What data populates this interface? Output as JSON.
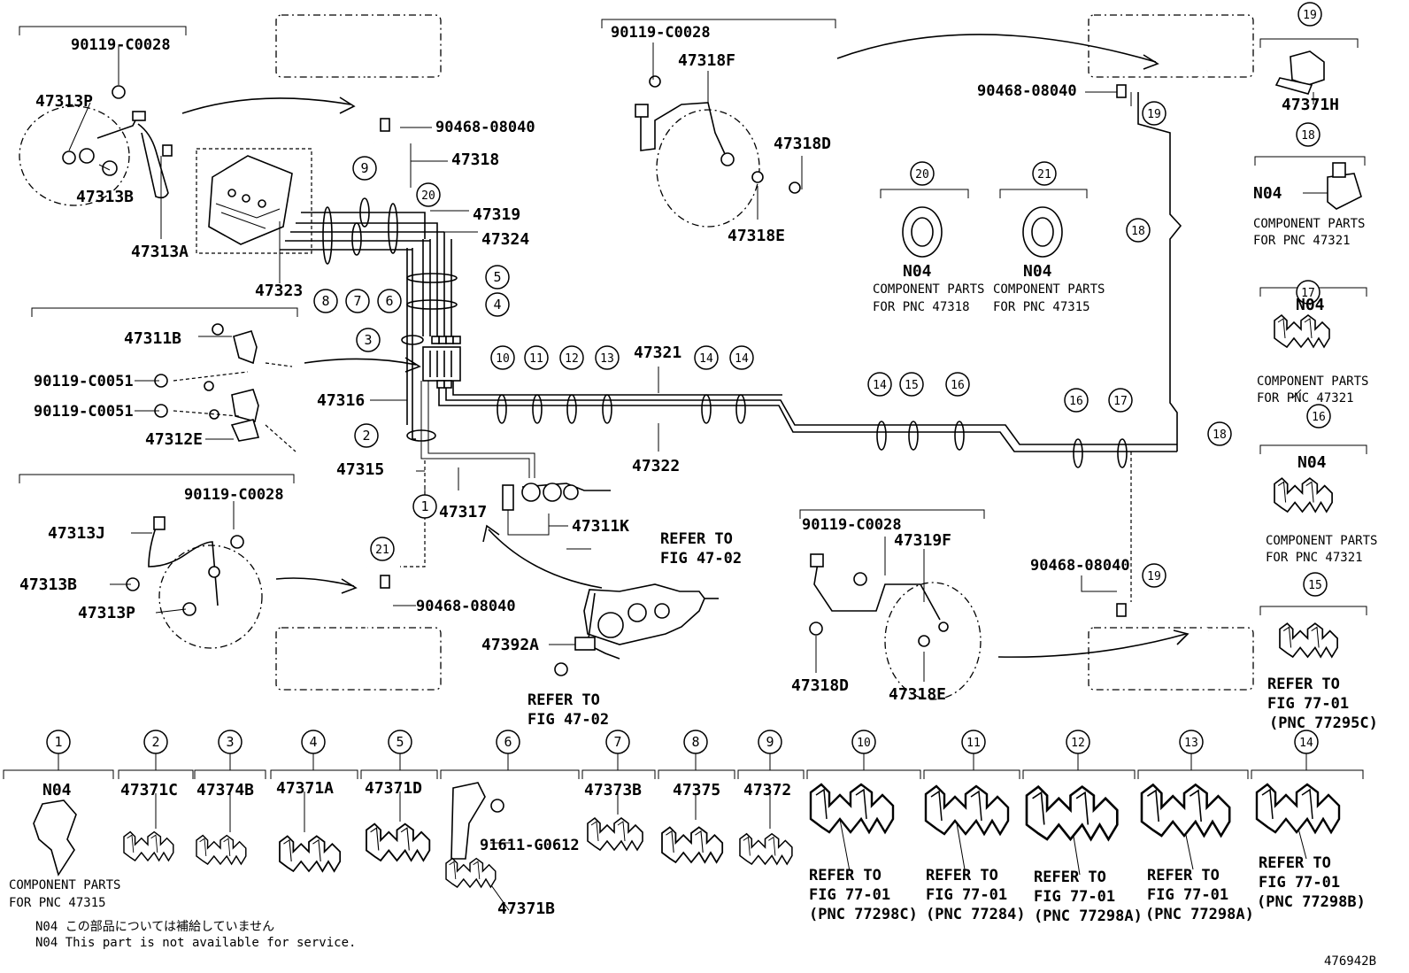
{
  "diagram_id": "476942B",
  "notes": {
    "jp": "N04 この部品については補給していません",
    "en": "N04 This part is not available for service."
  },
  "labels": {
    "p90119_c0028_a": "90119-C0028",
    "p47313P_a": "47313P",
    "p47313B_a": "47313B",
    "p47313A": "47313A",
    "p90468_08040_a": "90468-08040",
    "p47318": "47318",
    "p47319": "47319",
    "p47324": "47324",
    "p47323": "47323",
    "p47311B": "47311B",
    "p90119_c0051_a": "90119-C0051",
    "p90119_c0051_b": "90119-C0051",
    "p47312E": "47312E",
    "p47316": "47316",
    "p47315": "47315",
    "p90119_c0028_b": "90119-C0028",
    "p47313J": "47313J",
    "p47313B_b": "47313B",
    "p47313P_b": "47313P",
    "p90468_08040_b": "90468-08040",
    "p47317": "47317",
    "p47311K": "47311K",
    "refer_fig_4702_a1": "REFER TO",
    "refer_fig_4702_a2": "FIG 47-02",
    "p47392A": "47392A",
    "refer_fig_4702_b1": "REFER TO",
    "refer_fig_4702_b2": "FIG 47-02",
    "p47321": "47321",
    "p47322": "47322",
    "p90119_c0028_c": "90119-C0028",
    "p47318F": "47318F",
    "p47318D_a": "47318D",
    "p47318E_a": "47318E",
    "n04_20": "N04",
    "cp_20_1": "COMPONENT PARTS",
    "cp_20_2": "FOR PNC 47318",
    "n04_21": "N04",
    "cp_21_1": "COMPONENT PARTS",
    "cp_21_2": "FOR PNC 47315",
    "p90468_08040_c": "90468-08040",
    "p90119_c0028_d": "90119-C0028",
    "p47319F": "47319F",
    "p47318D_b": "47318D",
    "p47318E_b": "47318E",
    "p90468_08040_d": "90468-08040",
    "p47371H": "47371H",
    "n04_18": "N04",
    "cp_18_1": "COMPONENT PARTS",
    "cp_18_2": "FOR PNC 47321",
    "n04_17": "N04",
    "cp_17_1": "COMPONENT PARTS",
    "cp_17_2": "FOR PNC 47321",
    "n04_16": "N04",
    "cp_16_1": "COMPONENT PARTS",
    "cp_16_2": "FOR PNC 47321",
    "refer_15_1": "REFER TO",
    "refer_15_2": "FIG 77-01",
    "refer_15_3": "(PNC 77295C)"
  },
  "clamp_row": [
    {
      "num": "1",
      "part": "N04",
      "sub1": "COMPONENT PARTS",
      "sub2": "FOR PNC 47315"
    },
    {
      "num": "2",
      "part": "47371C"
    },
    {
      "num": "3",
      "part": "47374B"
    },
    {
      "num": "4",
      "part": "47371A"
    },
    {
      "num": "5",
      "part": "47371D"
    },
    {
      "num": "6",
      "part": "91611-G0612",
      "sub1": "47371B"
    },
    {
      "num": "7",
      "part": "47373B"
    },
    {
      "num": "8",
      "part": "47375"
    },
    {
      "num": "9",
      "part": "47372"
    },
    {
      "num": "10",
      "ref1": "REFER TO",
      "ref2": "FIG 77-01",
      "ref3": "(PNC 77298C)"
    },
    {
      "num": "11",
      "ref1": "REFER TO",
      "ref2": "FIG 77-01",
      "ref3": "(PNC 77284)"
    },
    {
      "num": "12",
      "ref1": "REFER TO",
      "ref2": "FIG 77-01",
      "ref3": "(PNC 77298A)"
    },
    {
      "num": "13",
      "ref1": "REFER TO",
      "ref2": "FIG 77-01",
      "ref3": "(PNC 77298A)"
    },
    {
      "num": "14",
      "ref1": "REFER TO",
      "ref2": "FIG 77-01",
      "ref3": "(PNC 77298B)"
    }
  ],
  "callouts": [
    "1",
    "2",
    "3",
    "4",
    "5",
    "6",
    "7",
    "8",
    "9",
    "10",
    "11",
    "12",
    "13",
    "14",
    "14",
    "15",
    "16",
    "16",
    "17",
    "18",
    "18",
    "19",
    "19",
    "19",
    "20",
    "20",
    "21",
    "21",
    "17",
    "16",
    "15",
    "18"
  ]
}
